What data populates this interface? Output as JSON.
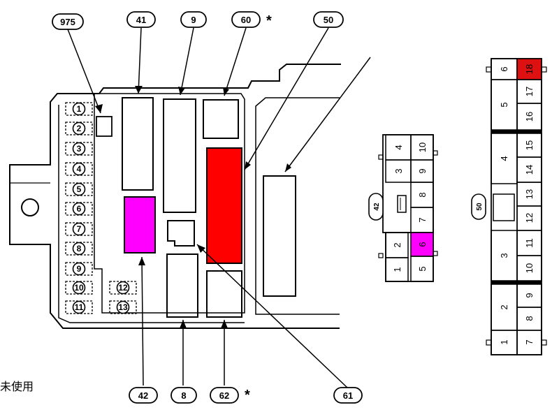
{
  "callouts": {
    "top": [
      "975",
      "41",
      "9",
      "60",
      "50"
    ],
    "bottom": [
      "42",
      "8",
      "62",
      "61"
    ],
    "asterisk": "*"
  },
  "fuses": [
    "1",
    "2",
    "3",
    "4",
    "5",
    "6",
    "7",
    "8",
    "9",
    "10",
    "11",
    "12",
    "13"
  ],
  "connector_42": {
    "label": "42",
    "pins": [
      "1",
      "2",
      "3",
      "4",
      "5",
      "6",
      "7",
      "8",
      "9",
      "10"
    ],
    "highlighted_pin": "6"
  },
  "connector_50": {
    "label": "50",
    "pins": [
      "1",
      "2",
      "3",
      "4",
      "5",
      "6",
      "7",
      "8",
      "9",
      "10",
      "11",
      "12",
      "13",
      "14",
      "15",
      "16",
      "17",
      "18"
    ],
    "highlighted_pin": "18"
  },
  "note": "未使用",
  "colors": {
    "relay_60": "#ff0000",
    "relay_42": "#ff00ff",
    "pin_highlight_42": "#ff00ff",
    "pin_highlight_50": "#dd1111"
  }
}
